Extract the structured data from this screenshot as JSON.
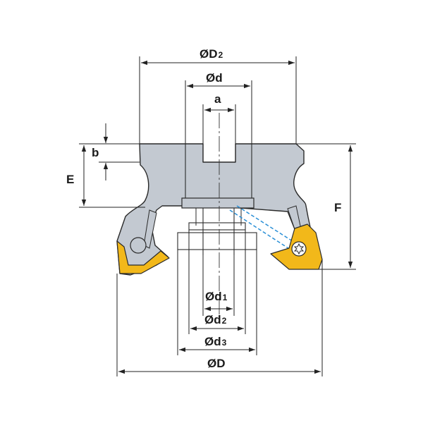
{
  "labels": {
    "D2_prefix": "ØD",
    "D2_sub": "2",
    "d": "Ød",
    "a": "a",
    "b": "b",
    "E": "E",
    "F": "F",
    "d1_prefix": "Ød",
    "d1_sub": "1",
    "d2_prefix": "Ød",
    "d2_sub": "2",
    "d3_prefix": "Ød",
    "d3_sub": "3",
    "D": "ØD"
  },
  "colors": {
    "body": "#c3c9d1",
    "body_stroke": "#2a2a2a",
    "insert": "#f2b81a",
    "coolant": "#2a8fd6",
    "dim": "#222222"
  }
}
